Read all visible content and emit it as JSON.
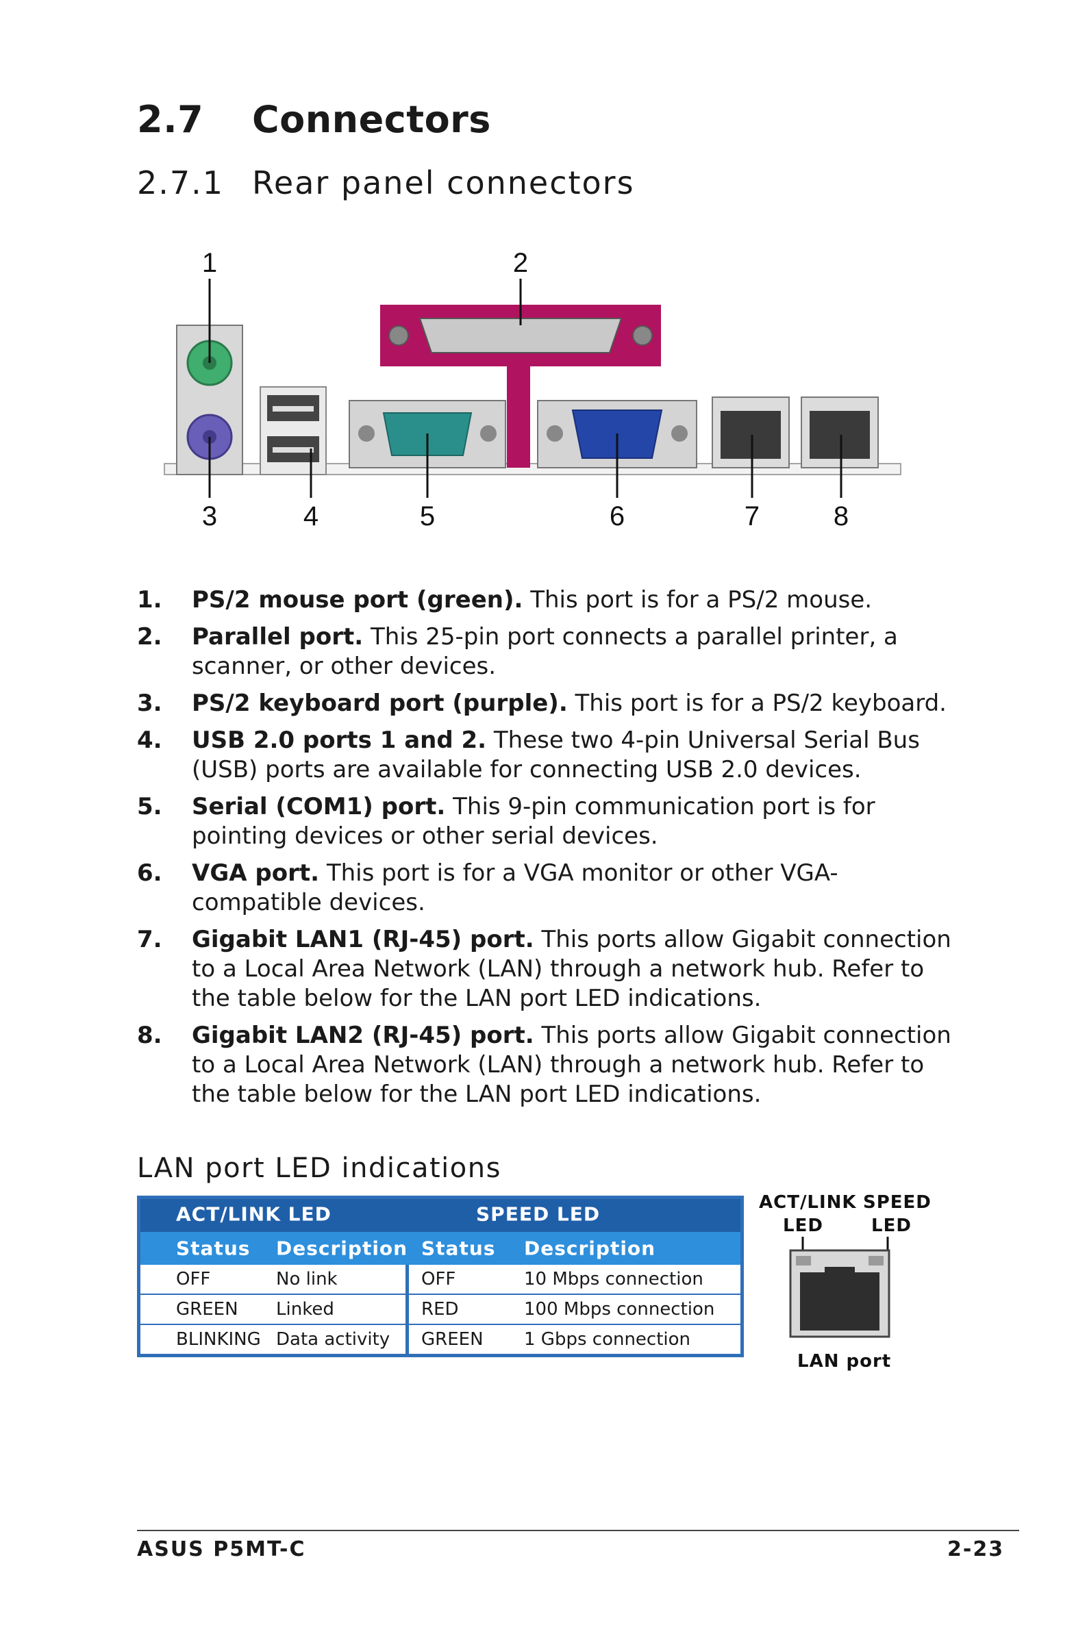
{
  "section": {
    "number": "2.7",
    "title": "Connectors"
  },
  "subsection": {
    "number": "2.7.1",
    "title": "Rear panel connectors"
  },
  "diagram": {
    "callouts": [
      "1",
      "2",
      "3",
      "4",
      "5",
      "6",
      "7",
      "8"
    ]
  },
  "ports": [
    {
      "num": "1.",
      "title": "PS/2 mouse port (green).",
      "text": " This port is for a PS/2 mouse."
    },
    {
      "num": "2.",
      "title": "Parallel port.",
      "text": " This 25-pin port connects a parallel printer, a scanner, or other devices."
    },
    {
      "num": "3.",
      "title": "PS/2 keyboard port (purple).",
      "text": " This port is for a PS/2 keyboard."
    },
    {
      "num": "4.",
      "title": "USB 2.0 ports 1 and 2.",
      "text": " These two 4-pin Universal Serial Bus (USB) ports are available for connecting USB 2.0 devices."
    },
    {
      "num": "5.",
      "title": "Serial (COM1) port.",
      "text": " This 9-pin communication port is for pointing devices or other serial devices."
    },
    {
      "num": "6.",
      "title": "VGA port.",
      "text": " This port is for a VGA monitor or other VGA-compatible devices."
    },
    {
      "num": "7.",
      "title": "Gigabit LAN1 (RJ-45) port.",
      "text": " This ports allow Gigabit connection to a Local Area Network (LAN) through a network hub. Refer to the table below for the LAN port LED indications."
    },
    {
      "num": "8.",
      "title": "Gigabit LAN2 (RJ-45) port.",
      "text": " This ports allow Gigabit connection to a Local Area Network (LAN) through a network hub. Refer to the table below for the LAN port LED indications."
    }
  ],
  "led_section": {
    "title": "LAN port LED indications",
    "table": {
      "group_headers": [
        "ACT/LINK LED",
        "SPEED LED"
      ],
      "col_headers": [
        "Status",
        "Description",
        "Status",
        "Description"
      ],
      "rows": [
        [
          "OFF",
          "No link",
          "OFF",
          "10 Mbps connection"
        ],
        [
          "GREEN",
          "Linked",
          "RED",
          "100 Mbps connection"
        ],
        [
          "BLINKING",
          "Data activity",
          "GREEN",
          "1 Gbps connection"
        ]
      ]
    },
    "figure": {
      "act_label_1": "ACT/LINK",
      "act_label_2": "LED",
      "speed_label_1": "SPEED",
      "speed_label_2": "LED",
      "caption": "LAN port"
    }
  },
  "footer": {
    "left": "ASUS P5MT-C",
    "right": "2-23"
  },
  "colors": {
    "ps2_mouse": "#3fae6e",
    "ps2_keyboard": "#6a5fb8",
    "parallel": "#b0135f",
    "serial": "#2a8f8a",
    "vga": "#2446a8",
    "table_border": "#2f6fb8",
    "table_header_dark": "#1f5fa8",
    "table_header_light": "#2e8fdc"
  }
}
